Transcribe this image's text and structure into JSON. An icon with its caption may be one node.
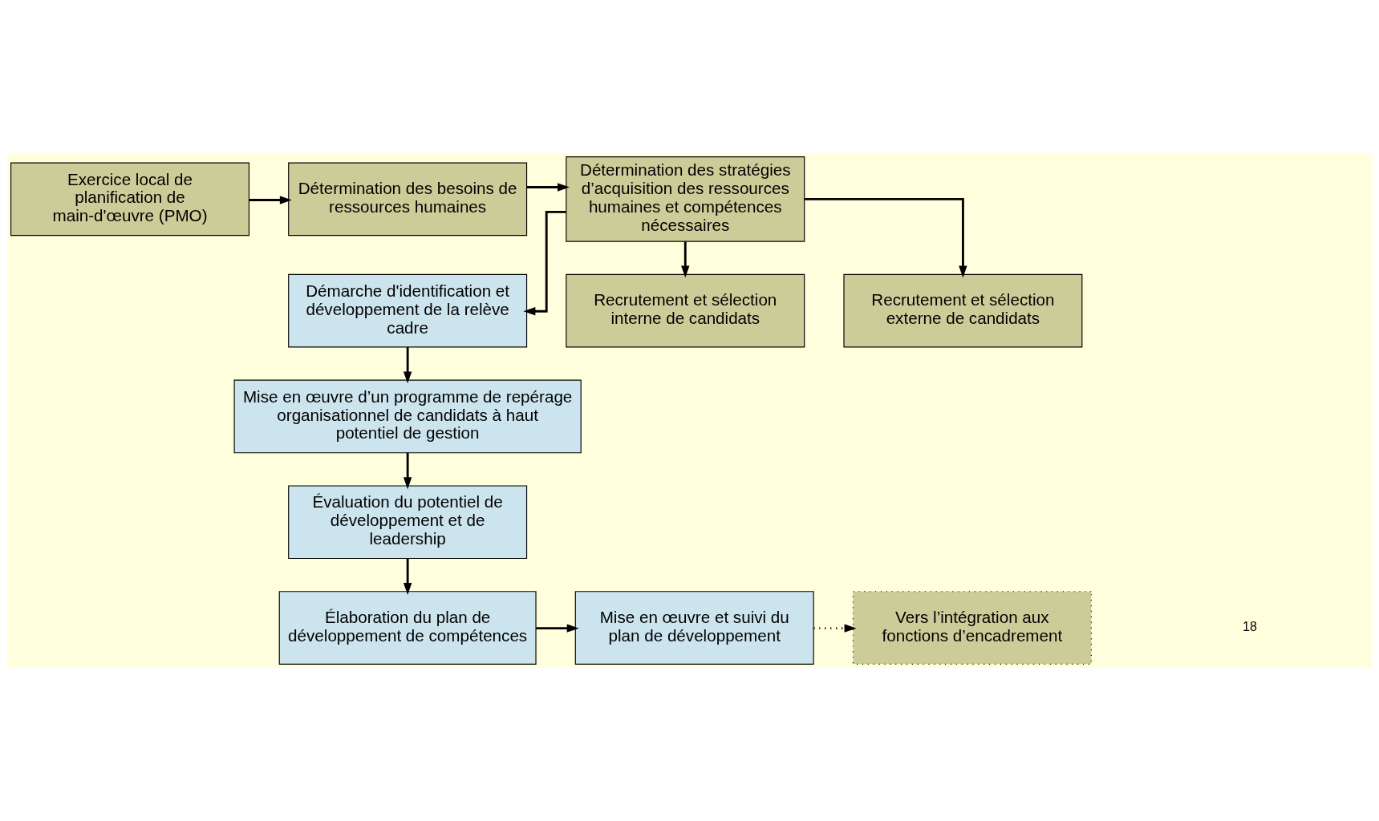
{
  "diagram": {
    "nodes": [
      {
        "text": [
          "Exercice local de planification de main-d'œuvre (PMO)"
        ]
      },
      {
        "text": [
          "Détermination des besoins de ressources humaines"
        ]
      },
      {
        "text": [
          "Détermination des stratégies d’acquisition des ressources humaines et compétences nécessaires"
        ]
      },
      {
        "text": [
          "Démarche d'identification et développement de la relève cadre"
        ]
      },
      {
        "text": [
          "Recrutement et sélection interne de candidats"
        ]
      },
      {
        "text": [
          "Recrutement et sélection externe de candidats"
        ]
      },
      {
        "text": [
          "Mise en œuvre d’un programme de repérage organisationnel de candidats à haut potentiel de gestion"
        ]
      },
      {
        "text": [
          "Évaluation du potentiel de développement et de leadership"
        ]
      },
      {
        "text": [
          "Élaboration du plan de développement de compétences"
        ]
      },
      {
        "text": [
          "Mise en œuvre et suivi du plan de développement"
        ]
      },
      {
        "text": [
          "Vers l’intégration aux fonctions d’encadrement"
        ]
      }
    ],
    "edges": [
      {
        "from": 0,
        "to": 1,
        "arrow": "to"
      },
      {
        "from": 1,
        "to": 2,
        "arrow": "to"
      },
      {
        "from": 2,
        "to": 3,
        "arrow": "to"
      },
      {
        "from": 2,
        "to": 4,
        "arrow": "to"
      },
      {
        "from": 2,
        "to": 5,
        "arrow": "to"
      },
      {
        "from": 3,
        "to": 6,
        "arrow": "to"
      },
      {
        "from": 6,
        "to": 7,
        "arrow": "to"
      },
      {
        "from": 7,
        "to": 8,
        "arrow": "to"
      },
      {
        "from": 8,
        "to": 9,
        "arrow": "to"
      },
      {
        "from": 9,
        "to": 10,
        "arrow": "to",
        "style": "dashed"
      }
    ],
    "labels": [
      "18"
    ]
  }
}
